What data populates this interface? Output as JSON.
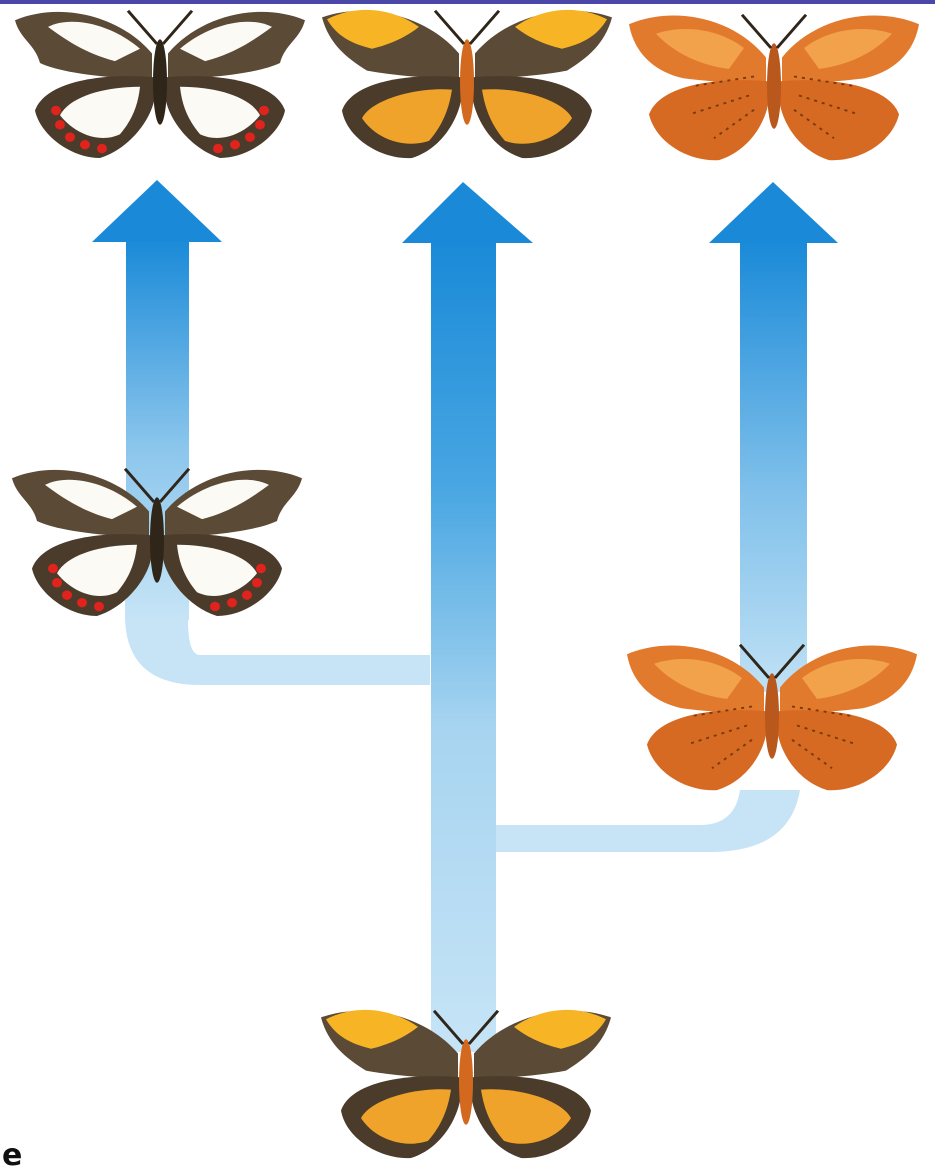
{
  "panel_letter": "e",
  "colors": {
    "top_bar": "#4a47a8",
    "arrow_dark": "#1a8ad8",
    "arrow_light": "#c6e4f6",
    "brown": "#5a4a36",
    "brown_dark": "#2f2519",
    "white_patch": "#fbfaf4",
    "red_spot": "#e0231c",
    "yellow": "#f7b526",
    "orange": "#e27a2d",
    "orange_light": "#f2a24b"
  },
  "diagram": {
    "butterflies": [
      {
        "id": "top-left",
        "pattern": "brown-white-red"
      },
      {
        "id": "top-middle",
        "pattern": "brown-yellow"
      },
      {
        "id": "top-right",
        "pattern": "orange"
      },
      {
        "id": "middle-left",
        "pattern": "brown-white-red"
      },
      {
        "id": "middle-right",
        "pattern": "orange"
      },
      {
        "id": "bottom-ancestor",
        "pattern": "brown-yellow"
      }
    ],
    "arrows": [
      {
        "id": "left-lineage",
        "from": "middle-left",
        "to": "top-left"
      },
      {
        "id": "middle-lineage",
        "from": "bottom-ancestor",
        "to": "top-middle"
      },
      {
        "id": "right-lineage",
        "from": "middle-right",
        "to": "top-right"
      }
    ]
  }
}
